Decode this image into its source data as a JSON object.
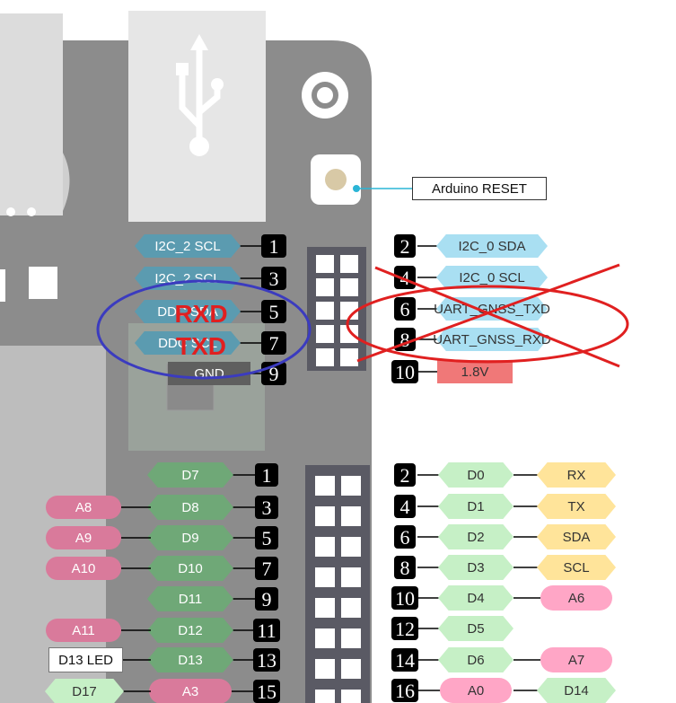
{
  "reset_label": "Arduino RESET",
  "top_header": {
    "left": [
      {
        "num": "1",
        "label": "I2C_2 SCL",
        "style": "blue"
      },
      {
        "num": "3",
        "label": "I2C_2 SCL",
        "style": "blue"
      },
      {
        "num": "5",
        "label": "DDC SDA",
        "style": "blue"
      },
      {
        "num": "7",
        "label": "DDC SCL",
        "style": "blue"
      },
      {
        "num": "9",
        "label": "GND",
        "style": "gray"
      }
    ],
    "right": [
      {
        "num": "2",
        "label": "I2C_0 SDA",
        "style": "lightblue"
      },
      {
        "num": "4",
        "label": "I2C_0 SCL",
        "style": "lightblue"
      },
      {
        "num": "6",
        "label": "UART_GNSS_TXD",
        "style": "lightblue"
      },
      {
        "num": "8",
        "label": "UART_GNSS_RXD",
        "style": "lightblue"
      },
      {
        "num": "10",
        "label": "1.8V",
        "style": "red"
      }
    ]
  },
  "annotations": {
    "rxd": "RXD",
    "txd": "TXD"
  },
  "bottom_header": {
    "left": [
      {
        "num": "1",
        "pin": "D7",
        "extra": ""
      },
      {
        "num": "3",
        "pin": "D8",
        "extra": "A8"
      },
      {
        "num": "5",
        "pin": "D9",
        "extra": "A9"
      },
      {
        "num": "7",
        "pin": "D10",
        "extra": "A10"
      },
      {
        "num": "9",
        "pin": "D11",
        "extra": ""
      },
      {
        "num": "11",
        "pin": "D12",
        "extra": "A11"
      },
      {
        "num": "13",
        "pin": "D13",
        "extra": "D13 LED"
      },
      {
        "num": "15",
        "pin": "A3",
        "extra": "D17"
      }
    ],
    "right": [
      {
        "num": "2",
        "pin": "D0",
        "extra": "RX"
      },
      {
        "num": "4",
        "pin": "D1",
        "extra": "TX"
      },
      {
        "num": "6",
        "pin": "D2",
        "extra": "SDA"
      },
      {
        "num": "8",
        "pin": "D3",
        "extra": "SCL"
      },
      {
        "num": "10",
        "pin": "D4",
        "extra": "A6"
      },
      {
        "num": "12",
        "pin": "D5",
        "extra": ""
      },
      {
        "num": "14",
        "pin": "D6",
        "extra": "A7"
      },
      {
        "num": "16",
        "pin": "A0",
        "extra": "D14"
      }
    ]
  },
  "colors": {
    "board": "#8c8c8c",
    "board_dark": "#6e6e6e",
    "header_bg": "#5a5a64",
    "pin_white": "#ffffff",
    "blue_tag": "#5b9bb0",
    "lightblue_tag": "#a9dff2",
    "red_tag": "#f07878",
    "gray_tag": "#5f5f5f",
    "green_tag": "#6fa877",
    "lightgreen_tag": "#c6f0c6",
    "pink_tag": "#d97a9b",
    "pinkbright_tag": "#ffa6c6",
    "yellow_tag": "#ffe49a",
    "annotation_red": "#e02020",
    "ellipse_blue": "#3b3bbf",
    "cross_red": "#e02020"
  }
}
